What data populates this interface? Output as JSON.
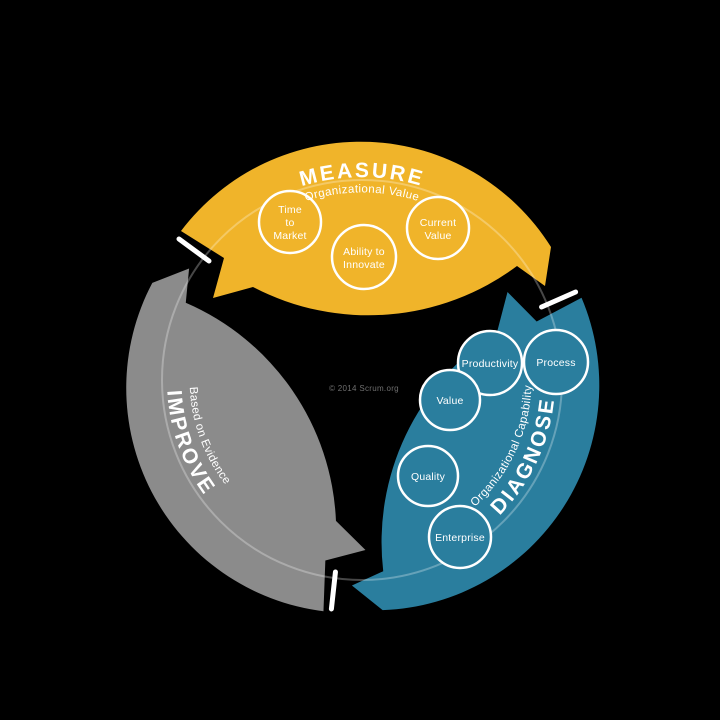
{
  "colors": {
    "measure": "#F0B42A",
    "diagnose": "#2A7E9E",
    "improve": "#8B8B8B",
    "background": "#000000",
    "text": "#FFFFFF",
    "watermark_text": "#6F6F6F"
  },
  "segments": [
    {
      "id": "measure",
      "label": "MEASURE",
      "sublabel": "Organizational Value",
      "circles": [
        {
          "name": "time-to-market",
          "lines": [
            "Time",
            "to",
            "Market"
          ]
        },
        {
          "name": "ability-to-innovate",
          "lines": [
            "Ability to",
            "Innovate"
          ]
        },
        {
          "name": "current-value",
          "lines": [
            "Current",
            "Value"
          ]
        }
      ]
    },
    {
      "id": "diagnose",
      "label": "DIAGNOSE",
      "sublabel": "Organizational Capability",
      "circles": [
        {
          "name": "productivity",
          "lines": [
            "Productivity"
          ]
        },
        {
          "name": "process",
          "lines": [
            "Process"
          ]
        },
        {
          "name": "value",
          "lines": [
            "Value"
          ]
        },
        {
          "name": "quality",
          "lines": [
            "Quality"
          ]
        },
        {
          "name": "enterprise",
          "lines": [
            "Enterprise"
          ]
        }
      ]
    },
    {
      "id": "improve",
      "label": "IMPROVE",
      "sublabel": "Based on Evidence",
      "circles": []
    }
  ],
  "watermark": "© 2014 Scrum.org"
}
